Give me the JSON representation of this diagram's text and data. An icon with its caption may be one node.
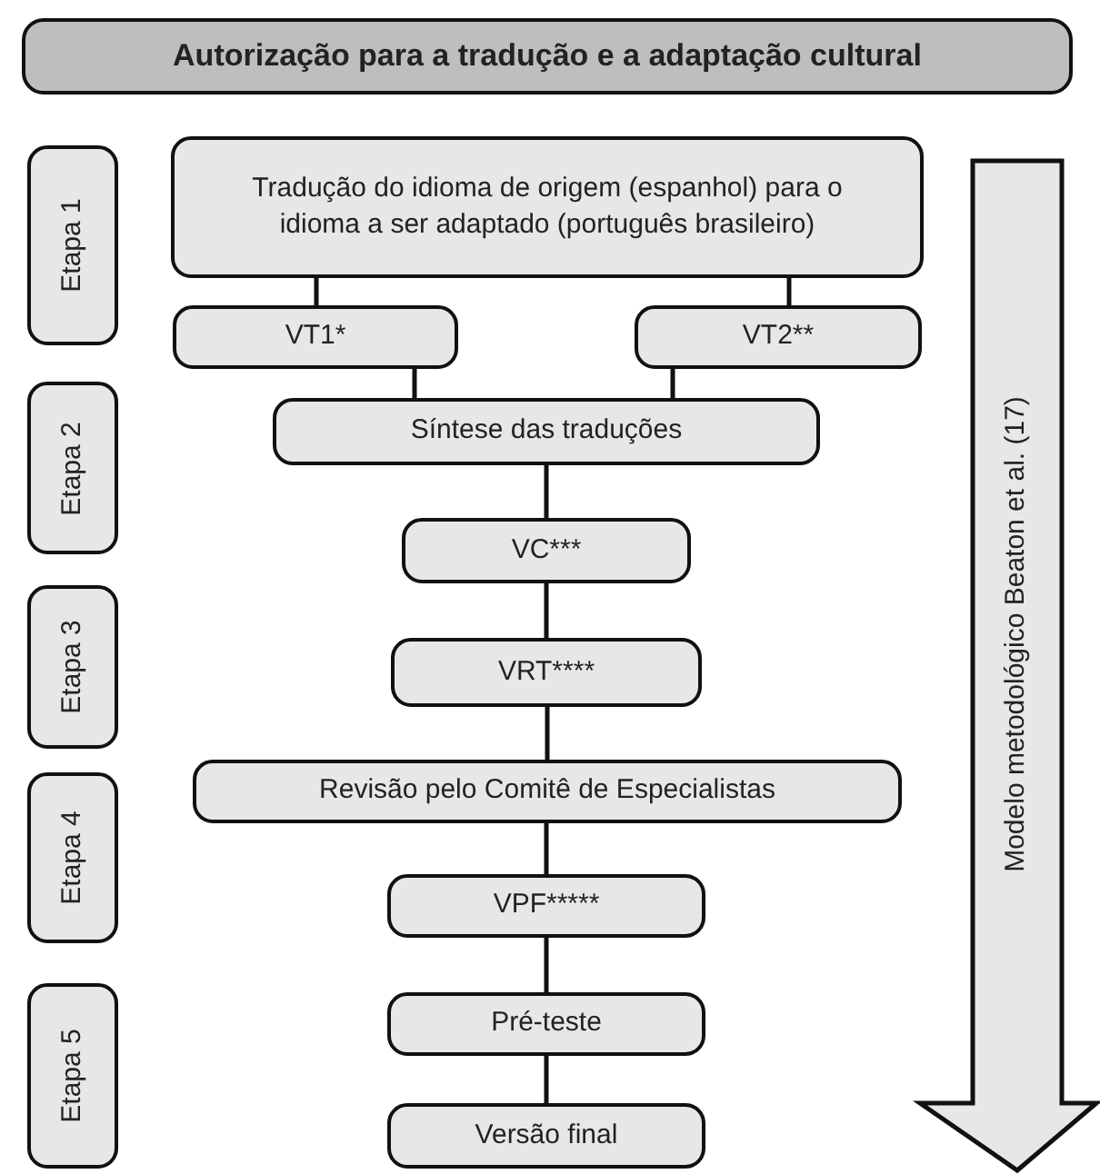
{
  "diagram": {
    "nodes": [
      {
        "text": [
          "Autorização para a tradução e a adaptação cultural"
        ]
      },
      {
        "text": [
          "Etapa 1"
        ]
      },
      {
        "text": [
          "Etapa 2"
        ]
      },
      {
        "text": [
          "Etapa 3"
        ]
      },
      {
        "text": [
          "Etapa 4"
        ]
      },
      {
        "text": [
          "Etapa 5"
        ]
      },
      {
        "text": [
          "Tradução do idioma de origem (espanhol) para o idioma a ser adaptado (português brasileiro)"
        ]
      },
      {
        "text": [
          "VT1*"
        ]
      },
      {
        "text": [
          "VT2**"
        ]
      },
      {
        "text": [
          "Síntese das traduções"
        ]
      },
      {
        "text": [
          "VC***"
        ]
      },
      {
        "text": [
          "VRT****"
        ]
      },
      {
        "text": [
          "Revisão pelo Comitê de Especialistas"
        ]
      },
      {
        "text": [
          "VPF*****"
        ]
      },
      {
        "text": [
          "Pré-teste"
        ]
      },
      {
        "text": [
          "Versão final"
        ]
      },
      {
        "text": [
          "Modelo metodológico Beaton et al. (17)"
        ]
      }
    ],
    "edges": [
      {
        "from": 6,
        "to": 7,
        "arrow": "none"
      },
      {
        "from": 6,
        "to": 8,
        "arrow": "none"
      },
      {
        "from": 7,
        "to": 9,
        "arrow": "none"
      },
      {
        "from": 8,
        "to": 9,
        "arrow": "none"
      },
      {
        "from": 9,
        "to": 10,
        "arrow": "none"
      },
      {
        "from": 10,
        "to": 11,
        "arrow": "none"
      },
      {
        "from": 11,
        "to": 12,
        "arrow": "none"
      },
      {
        "from": 12,
        "to": 13,
        "arrow": "none"
      },
      {
        "from": 13,
        "to": 14,
        "arrow": "none"
      },
      {
        "from": 14,
        "to": 15,
        "arrow": "none"
      }
    ]
  }
}
